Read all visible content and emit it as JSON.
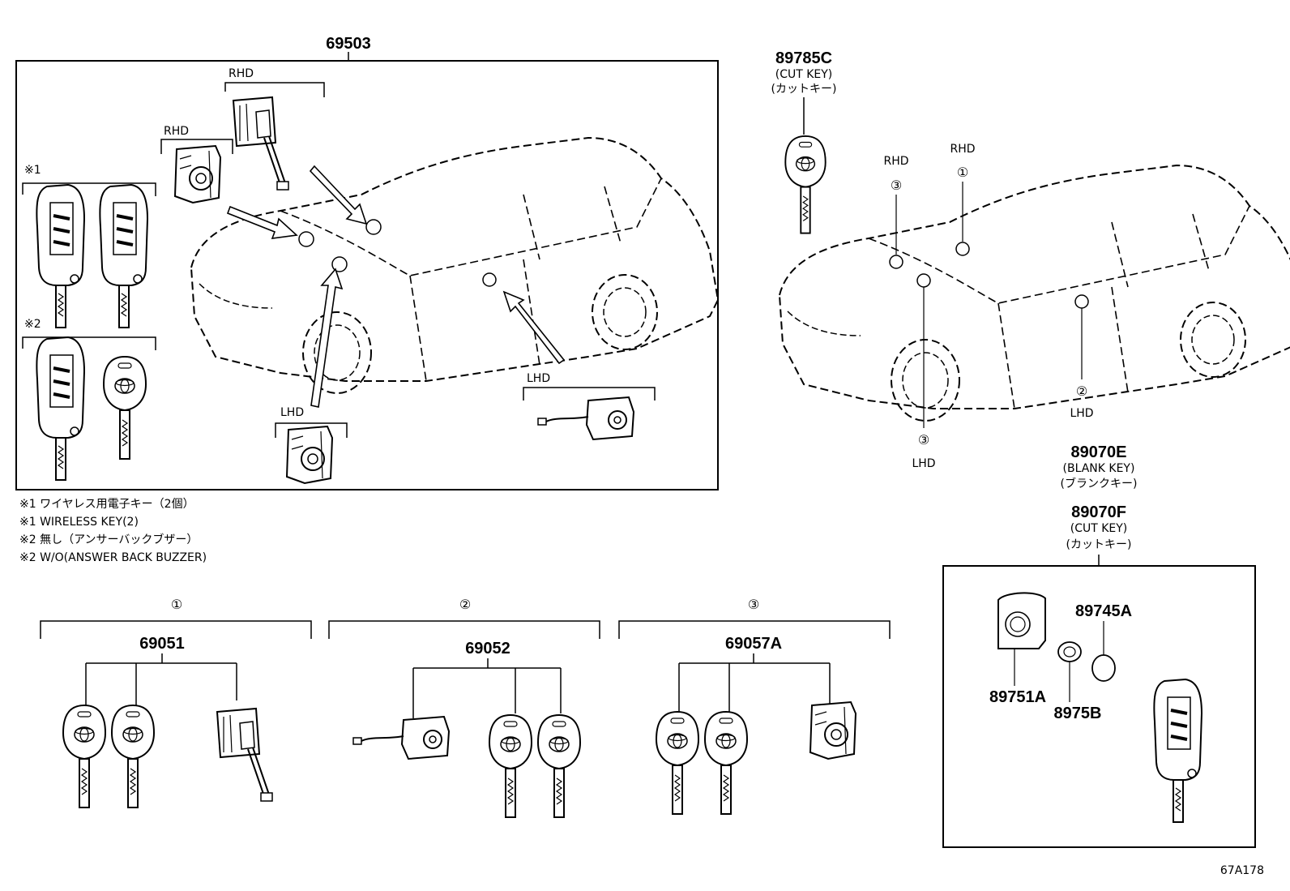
{
  "diagram_id": "67A178",
  "main_assembly": {
    "part_no": "69503"
  },
  "labels": {
    "rhd": "RHD",
    "lhd": "LHD",
    "mark1": "※1",
    "mark2": "※2"
  },
  "notes": [
    "※1 ワイヤレス用電子キー（2個）",
    "※1 WIRELESS KEY(2)",
    "※2 無し（アンサーバックブザー）",
    "※2 W/O(ANSWER BACK BUZZER)"
  ],
  "cut_key_top": {
    "part_no": "89785C",
    "en": "(CUT KEY)",
    "jp": "(カットキー)"
  },
  "blank_key": {
    "part_no": "89070E",
    "en": "(BLANK KEY)",
    "jp": "(ブランクキー)"
  },
  "cut_key_right": {
    "part_no": "89070F",
    "en": "(CUT KEY)",
    "jp": "(カットキー)"
  },
  "callouts": {
    "c1": "①",
    "c2": "②",
    "c3": "③"
  },
  "kits": [
    {
      "num": "①",
      "part_no": "69051"
    },
    {
      "num": "②",
      "part_no": "69052"
    },
    {
      "num": "③",
      "part_no": "69057A"
    }
  ],
  "sub_parts": {
    "housing": "89751A",
    "battery": "89745A",
    "cap": "8975B"
  }
}
